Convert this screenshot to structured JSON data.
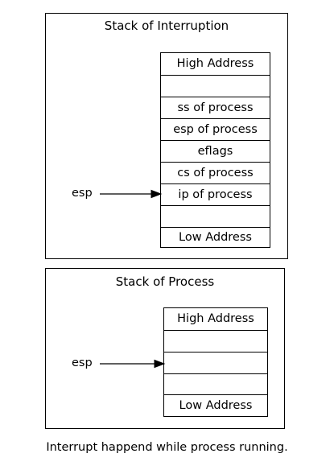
{
  "interrupt_stack": {
    "title": "Stack of Interruption",
    "cells": [
      "High Address",
      "",
      "ss of process",
      "esp of process",
      "eflags",
      "cs of process",
      "ip of process",
      "",
      "Low Address"
    ],
    "pointer_label": "esp",
    "pointer_target_index": 6
  },
  "process_stack": {
    "title": "Stack of Process",
    "cells": [
      "High Address",
      "",
      "",
      "",
      "Low Address"
    ],
    "pointer_label": "esp",
    "pointer_target_index": 2
  },
  "caption": "Interrupt happend while process running."
}
